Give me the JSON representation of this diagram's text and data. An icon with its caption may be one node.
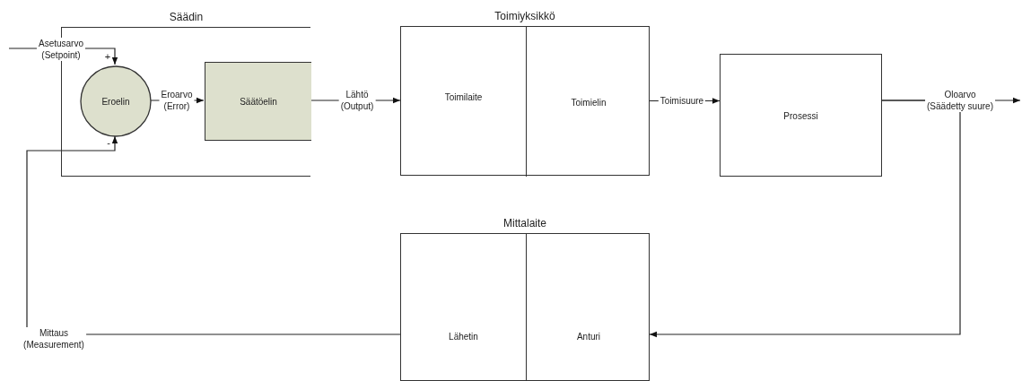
{
  "diagram": {
    "nodes": [
      {
        "text": [
          "Säädin"
        ]
      },
      {
        "text": [
          "Eroelin"
        ],
        "in": 0
      },
      {
        "text": [
          "Säätöelin"
        ],
        "in": 0
      },
      {
        "text": [
          "Toimiyksikkö"
        ]
      },
      {
        "text": [
          "Toimilaite"
        ],
        "in": 3
      },
      {
        "text": [
          "Toimielin"
        ],
        "in": 3
      },
      {
        "text": [
          "Prosessi"
        ]
      },
      {
        "text": [
          "Mittalaite"
        ]
      },
      {
        "text": [
          "Lähetin"
        ],
        "in": 7
      },
      {
        "text": [
          "Anturi"
        ],
        "in": 7
      }
    ],
    "edges": [
      {
        "from": null,
        "to": 1,
        "arrow": "to",
        "label": "Asetusarvo (Setpoint)"
      },
      {
        "from": 1,
        "to": 2,
        "arrow": "to",
        "label": "Eroarvo (Error)"
      },
      {
        "from": 2,
        "to": 4,
        "arrow": "to",
        "label": "Lähtö (Output)"
      },
      {
        "from": 5,
        "to": 6,
        "arrow": "to",
        "label": "Toimisuure"
      },
      {
        "from": 6,
        "to": null,
        "arrow": "to",
        "label": "Oloarvo (Säädetty suure)"
      },
      {
        "from": 6,
        "to": 9,
        "arrow": "to"
      },
      {
        "from": 8,
        "to": 1,
        "arrow": "to",
        "label": "Mittaus (Measurement)"
      }
    ],
    "labels": [
      "+",
      "-"
    ]
  }
}
